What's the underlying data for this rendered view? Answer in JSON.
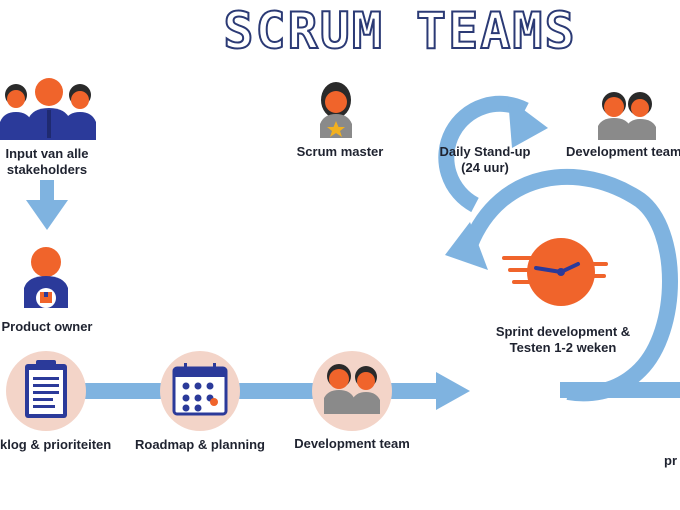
{
  "title": "SCRUM TEAMS",
  "nodes": {
    "stakeholders": {
      "label_line1": "Input van alle",
      "label_line2": "stakeholders"
    },
    "scrum_master": {
      "label": "Scrum master"
    },
    "daily_standup": {
      "label_line1": "Daily Stand-up",
      "label_line2": "(24 uur)"
    },
    "dev_team_top": {
      "label": "Development team"
    },
    "product_owner": {
      "label": "Product owner"
    },
    "sprint": {
      "label_line1": "Sprint development &",
      "label_line2": "Testen 1-2 weken"
    },
    "backlog": {
      "label": "klog & prioriteiten"
    },
    "roadmap": {
      "label": "Roadmap & planning"
    },
    "dev_team_bottom": {
      "label": "Development team"
    },
    "cut_right": {
      "label": "pr"
    }
  },
  "colors": {
    "title_outline": "#2b3a75",
    "arrow": "#7fb3e0",
    "orange": "#f0642b",
    "navy": "#2b3a9a",
    "gray": "#8a8a8a",
    "peach": "#f3d4c8"
  }
}
